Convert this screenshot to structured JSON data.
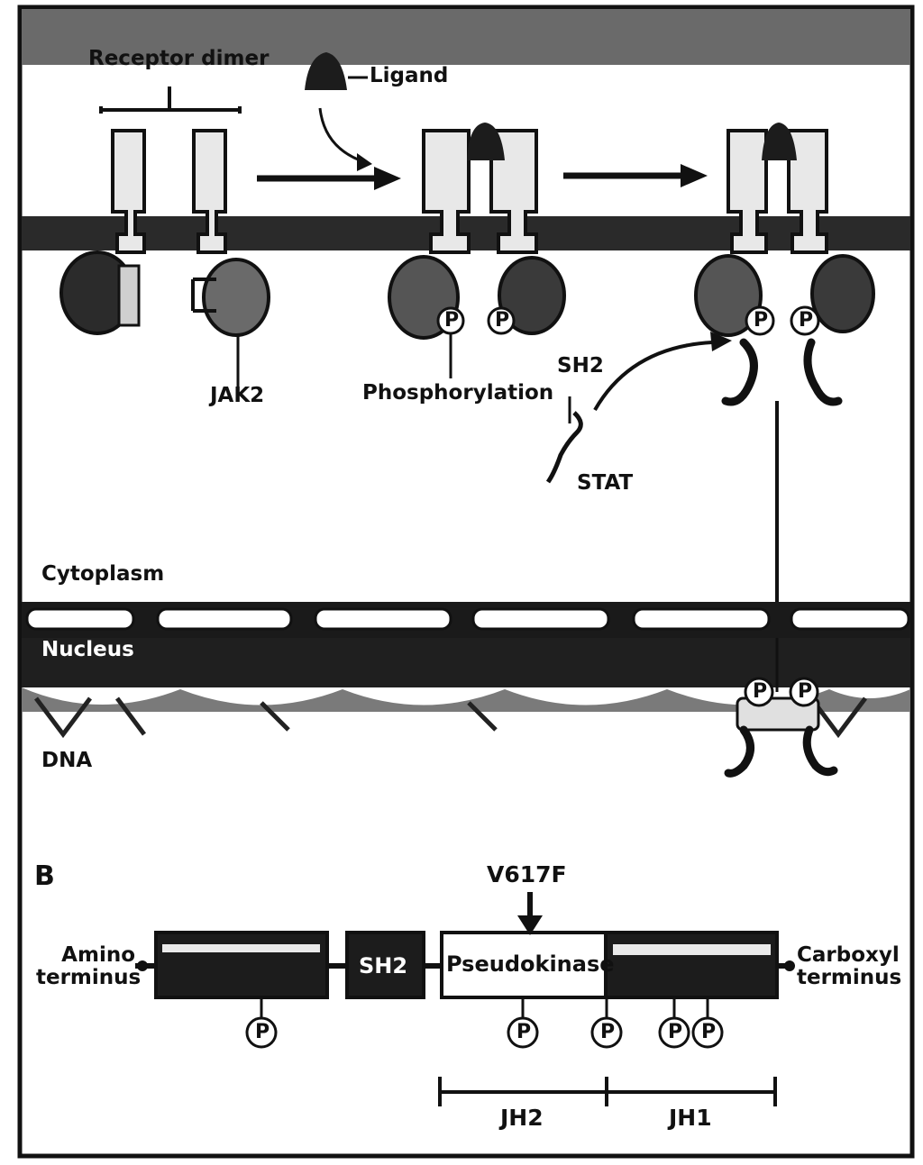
{
  "figure": {
    "panel_b_label": "B",
    "labels": {
      "receptor_dimer": "Receptor dimer",
      "ligand": "Ligand",
      "jak2": "JAK2",
      "phosphorylation": "Phosphorylation",
      "sh2": "SH2",
      "stat": "STAT",
      "cytoplasm": "Cytoplasm",
      "nucleus": "Nucleus",
      "dna": "DNA",
      "phospho_symbol": "P"
    },
    "domain_map": {
      "mutation": "V617F",
      "amino_terminus": "Amino\nterminus",
      "carboxyl_terminus": "Carboxyl\nterminus",
      "domains": [
        {
          "label": "",
          "shade": "dark"
        },
        {
          "label": "SH2",
          "shade": "dark"
        },
        {
          "label": "Pseudokinase",
          "shade": "light"
        },
        {
          "label": "",
          "shade": "dark"
        }
      ],
      "regions": [
        "JH2",
        "JH1"
      ],
      "phospho_sites_count": 5
    }
  }
}
